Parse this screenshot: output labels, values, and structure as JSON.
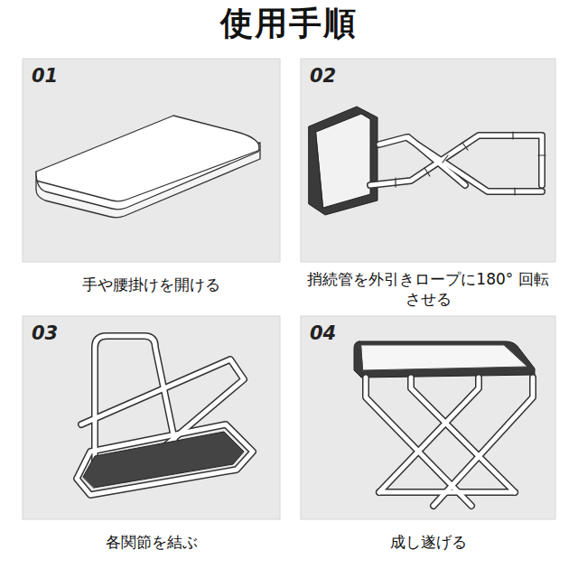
{
  "diagram": {
    "title": "使用手順",
    "nodes": [
      {
        "text": [
          "01",
          "手や腰掛けを開ける"
        ]
      },
      {
        "text": [
          "02",
          "捎続管を外引きロープに180° 回転させる"
        ]
      },
      {
        "text": [
          "03",
          "各関節を結ぶ"
        ]
      },
      {
        "text": [
          "04",
          "成し遂げる"
        ]
      }
    ]
  }
}
